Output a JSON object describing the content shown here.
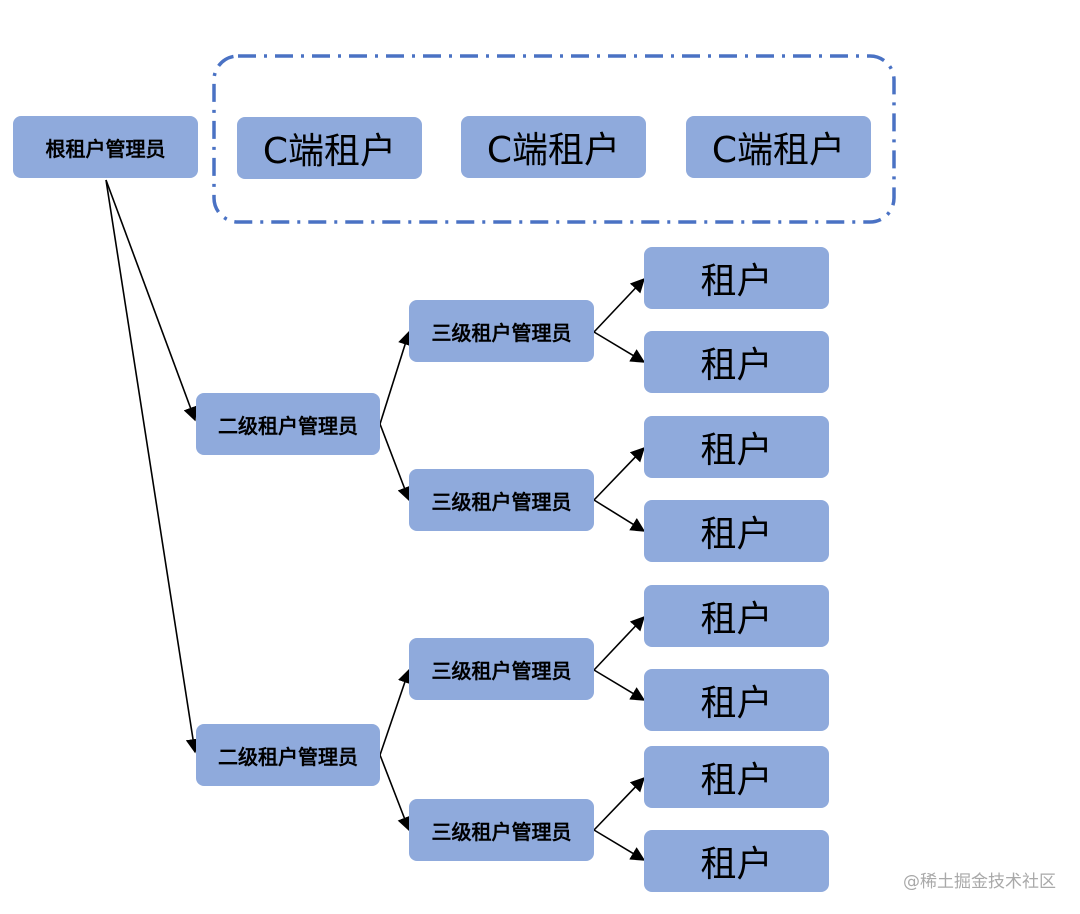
{
  "colors": {
    "node_fill": "#8faadc",
    "group_border": "#4a72c4",
    "arrow": "#000000"
  },
  "root": {
    "label": "根租户管理员"
  },
  "c_group": {
    "tenants": [
      "C端租户",
      "C端租户",
      "C端租户"
    ]
  },
  "level2": [
    {
      "label": "二级租户管理员"
    },
    {
      "label": "二级租户管理员"
    }
  ],
  "level3": [
    {
      "label": "三级租户管理员"
    },
    {
      "label": "三级租户管理员"
    },
    {
      "label": "三级租户管理员"
    },
    {
      "label": "三级租户管理员"
    }
  ],
  "tenants": [
    "租户",
    "租户",
    "租户",
    "租户",
    "租户",
    "租户",
    "租户",
    "租户"
  ],
  "watermark": "@稀土掘金技术社区"
}
